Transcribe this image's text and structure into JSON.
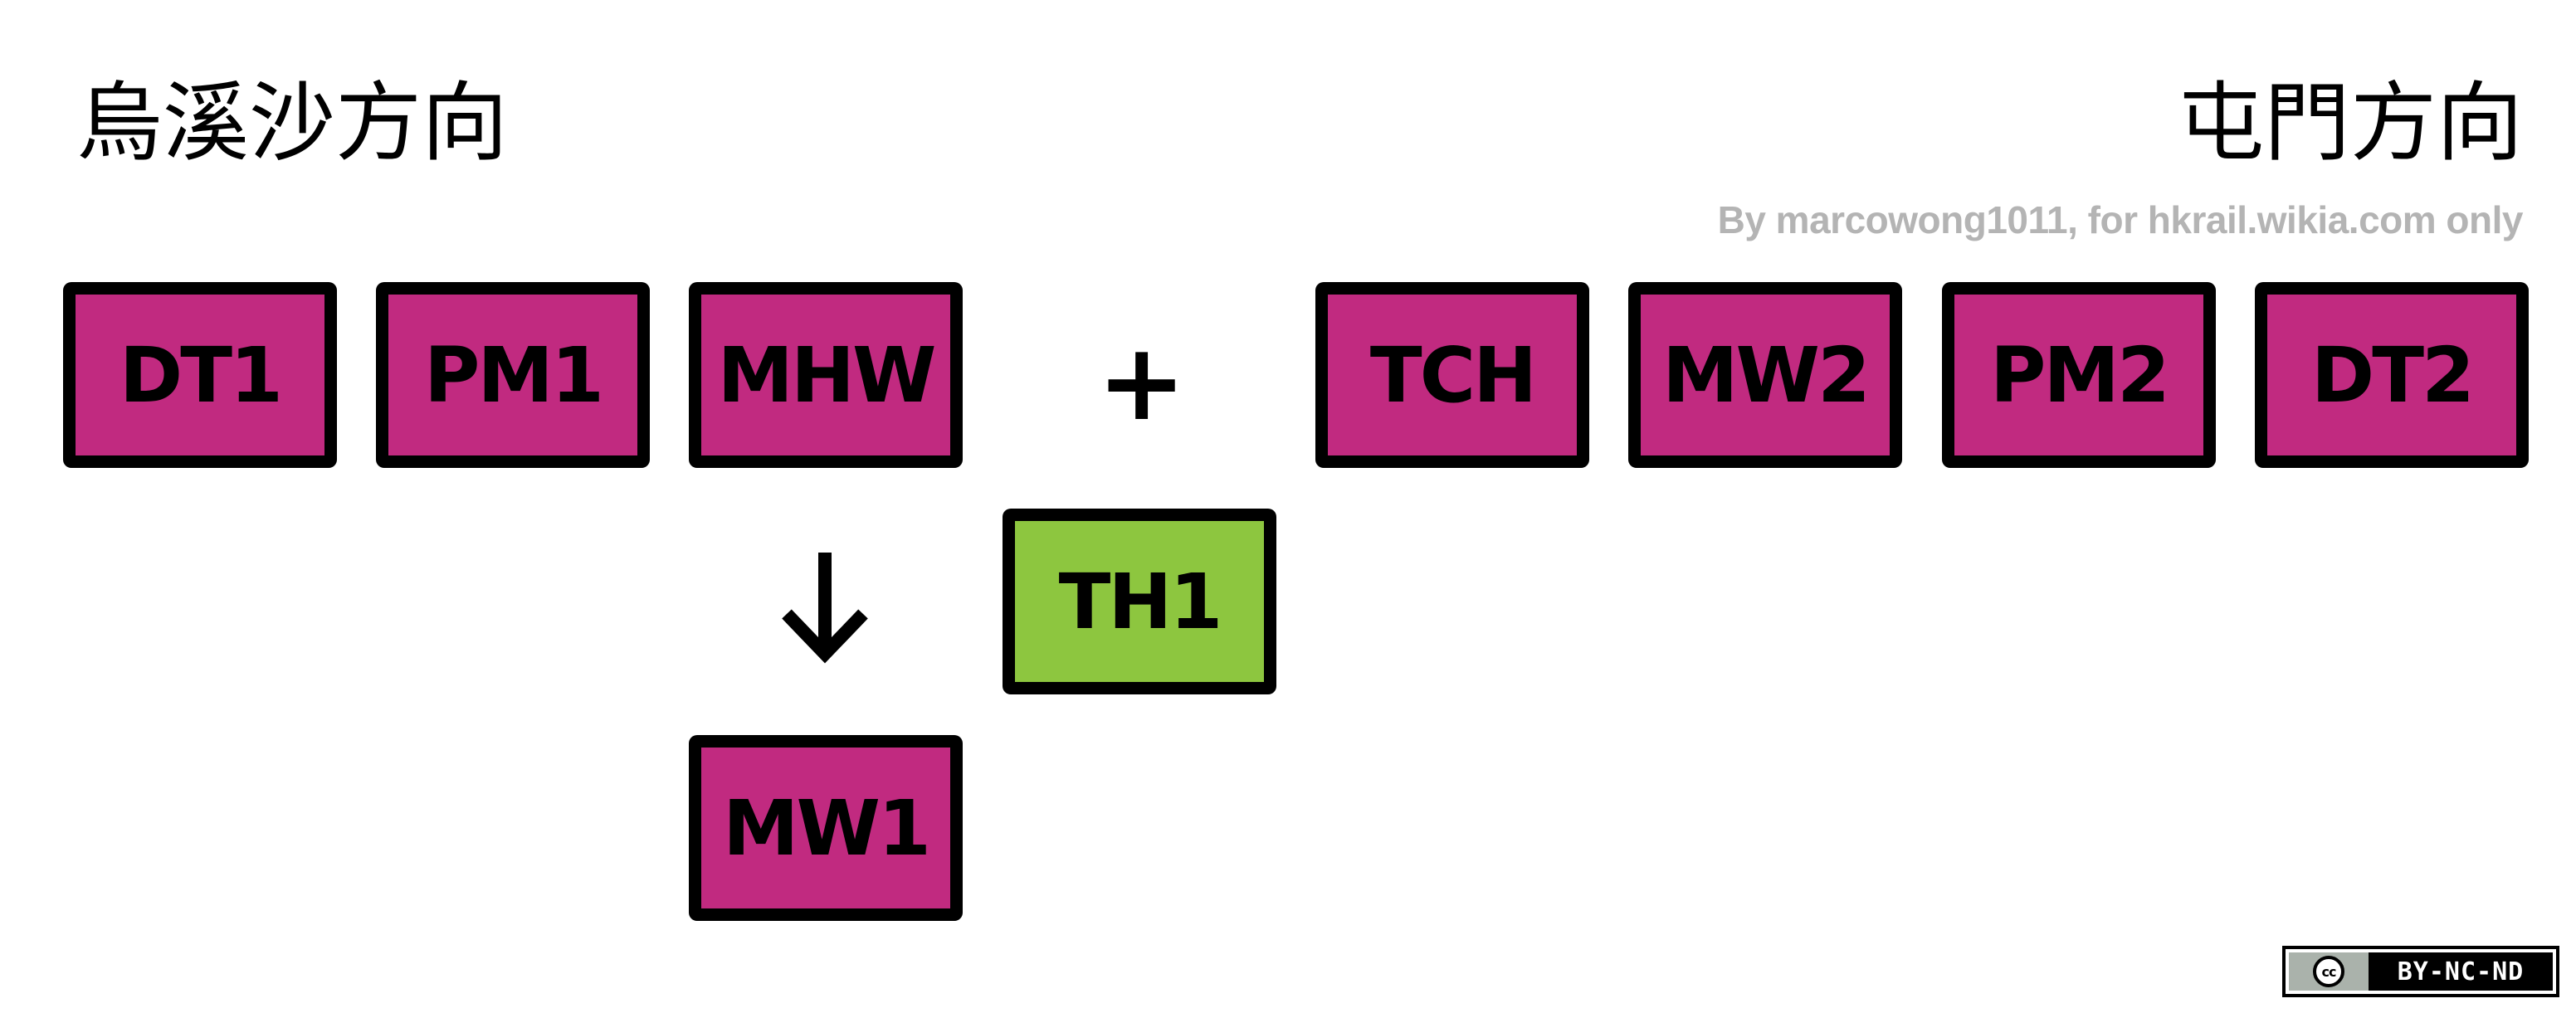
{
  "headings": {
    "left": "烏溪沙方向",
    "right": "屯門方向"
  },
  "credit": "By marcowong1011, for hkrail.wikia.com only",
  "cars": {
    "dt1": "DT1",
    "pm1": "PM1",
    "mhw": "MHW",
    "tch": "TCH",
    "mw2": "MW2",
    "pm2": "PM2",
    "dt2": "DT2",
    "th1": "TH1",
    "mw1": "MW1"
  },
  "symbols": {
    "plus": "+"
  },
  "license": {
    "cc": "cc",
    "terms": "BY-NC-ND"
  },
  "colors": {
    "car_magenta": "#c12a80",
    "car_green": "#8dc63f",
    "border": "#000000",
    "credit_gray": "#b4b4b4"
  }
}
